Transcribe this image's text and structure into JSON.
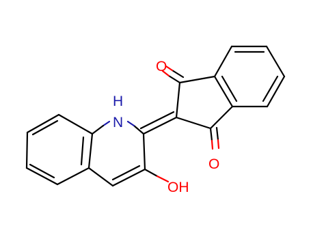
{
  "molecule": {
    "atoms": {
      "nh_label": "H",
      "n_label": "N",
      "o_top_label": "O",
      "o_bottom_label": "O",
      "oh_label": "OH"
    },
    "colors": {
      "bond": "#000000",
      "oxygen": "#ff0000",
      "nitrogen": "#1a1aaa"
    }
  }
}
